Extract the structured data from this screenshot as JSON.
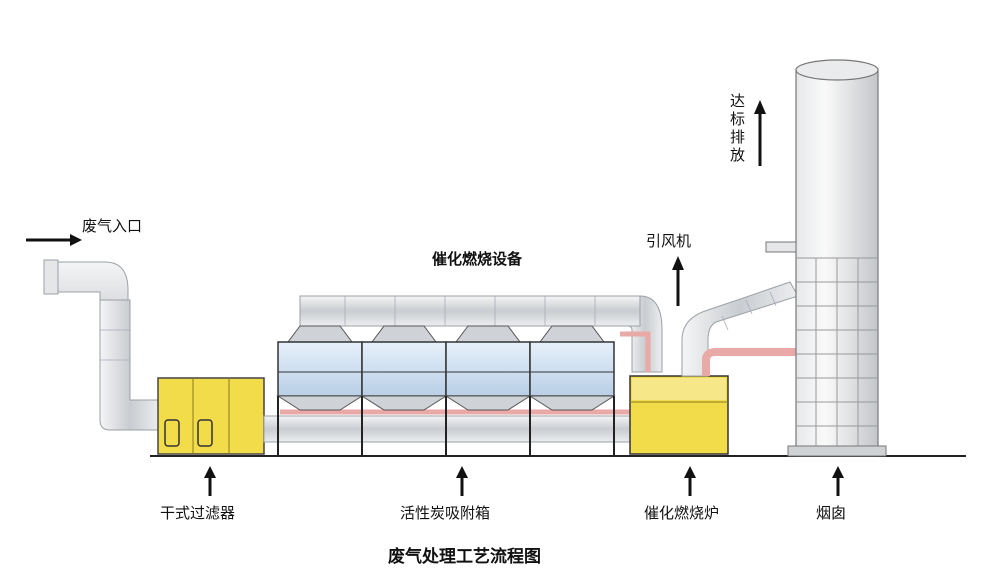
{
  "diagram": {
    "title": "废气处理工艺流程图",
    "labels": {
      "inlet": "废气入口",
      "catalytic_equipment": "催化燃烧设备",
      "fan": "引风机",
      "discharge": "达标排放",
      "dry_filter": "干式过滤器",
      "carbon_box": "活性炭吸附箱",
      "catalytic_furnace": "催化燃烧炉",
      "chimney": "烟囱"
    },
    "colors": {
      "filter_yellow": "#f2dc4a",
      "duct_gray": "#d9dce0",
      "hot_pipe_pink": "#e9a9a6",
      "carbon_box_blue": "#d6e6f6"
    }
  }
}
